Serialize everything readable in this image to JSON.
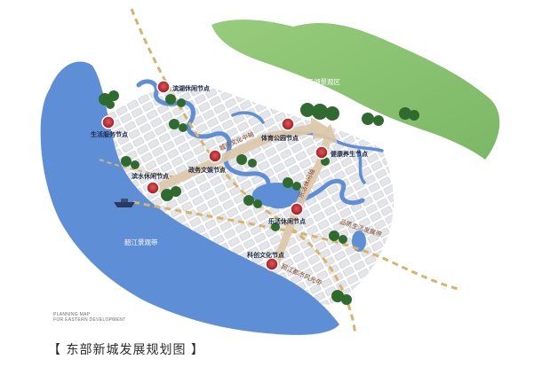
{
  "title": "【 东部新城发展规划图 】",
  "caption": {
    "line1": "PLANNING MAP",
    "line2": "FOR EASTERN DEVELOPMENT"
  },
  "regions": {
    "lake_scenic": "白泽湖景观区",
    "river_scenic": "韶江景观带"
  },
  "axes": {
    "city_culture": "城市文化中轴",
    "leisure": "乐活休闲轴"
  },
  "bands": {
    "quality_life": "品质生活发展带",
    "urban_style": "韶江都市风光带"
  },
  "nodes": [
    {
      "id": "lakeside-leisure",
      "label": "滨湖休闲节点"
    },
    {
      "id": "life-service",
      "label": "生活服务节点"
    },
    {
      "id": "sports-park",
      "label": "体育公园节点"
    },
    {
      "id": "admin-culture",
      "label": "政务文娱节点"
    },
    {
      "id": "health",
      "label": "健康养生节点"
    },
    {
      "id": "waterfront-leisure",
      "label": "滨水休闲节点"
    },
    {
      "id": "lehuo-leisure",
      "label": "乐活休闲节点"
    },
    {
      "id": "innovation-culture",
      "label": "科创文化节点"
    }
  ],
  "colors": {
    "river": "#5e8fd6",
    "green_zone": "#8cc474",
    "node_fill": "#c8343c",
    "axis_arrow": "#dcc8a8",
    "dashed_road": "#d7b46a"
  }
}
